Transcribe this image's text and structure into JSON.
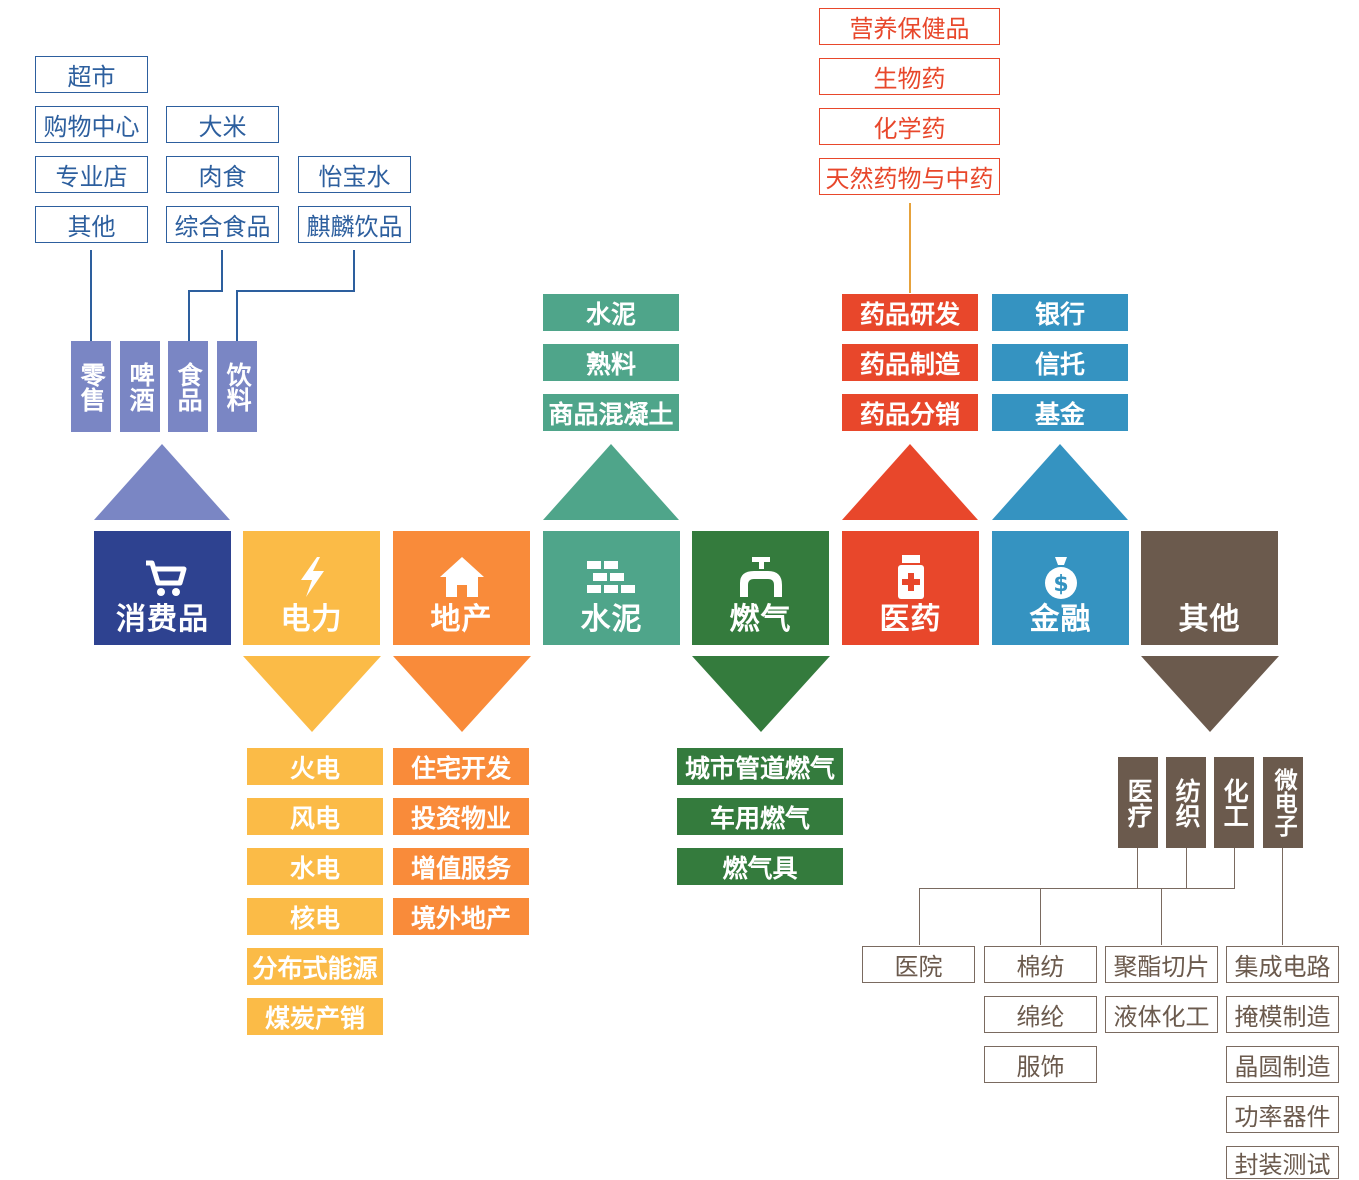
{
  "colors": {
    "consumer": "#2e4290",
    "consumer_light": "#7a86c4",
    "power": "#fbbb47",
    "realestate": "#f98b3a",
    "cement": "#4fa58a",
    "gas": "#347b3d",
    "pharma": "#e8472b",
    "finance": "#3593c1",
    "other": "#6b5a4d",
    "consumer_line": "#2d5f9e",
    "pharma_line": "#e6a23c",
    "other_line": "#7a6a60"
  },
  "categories": [
    {
      "label": "消费品",
      "icon": "shopping-cart-icon"
    },
    {
      "label": "电力",
      "icon": "lightning-icon"
    },
    {
      "label": "地产",
      "icon": "house-icon"
    },
    {
      "label": "水泥",
      "icon": "brick-wall-icon"
    },
    {
      "label": "燃气",
      "icon": "faucet-icon"
    },
    {
      "label": "医药",
      "icon": "medicine-bottle-icon"
    },
    {
      "label": "金融",
      "icon": "money-bag-icon"
    },
    {
      "label": "其他",
      "icon": ""
    }
  ],
  "consumer": {
    "subs": [
      "零售",
      "啤酒",
      "食品",
      "饮料"
    ],
    "retail": [
      "超市",
      "购物中心",
      "专业店",
      "其他"
    ],
    "food": [
      "大米",
      "肉食",
      "综合食品"
    ],
    "drinks": [
      "怡宝水",
      "麒麟饮品"
    ]
  },
  "cement": [
    "水泥",
    "熟料",
    "商品混凝土"
  ],
  "pharma": {
    "subs": [
      "药品研发",
      "药品制造",
      "药品分销"
    ],
    "research": [
      "营养保健品",
      "生物药",
      "化学药",
      "天然药物与中药"
    ]
  },
  "finance": [
    "银行",
    "信托",
    "基金"
  ],
  "power": [
    "火电",
    "风电",
    "水电",
    "核电",
    "分布式能源",
    "煤炭产销"
  ],
  "realestate": [
    "住宅开发",
    "投资物业",
    "增值服务",
    "境外地产"
  ],
  "gas": [
    "城市管道燃气",
    "车用燃气",
    "燃气具"
  ],
  "other": {
    "subs": [
      "医疗",
      "纺织",
      "化工",
      "微电子"
    ],
    "medical": [
      "医院"
    ],
    "textile": [
      "棉纺",
      "绵纶",
      "服饰"
    ],
    "chemical": [
      "聚酯切片",
      "液体化工"
    ],
    "micro": [
      "集成电路",
      "掩模制造",
      "晶圆制造",
      "功率器件",
      "封装测试"
    ]
  }
}
